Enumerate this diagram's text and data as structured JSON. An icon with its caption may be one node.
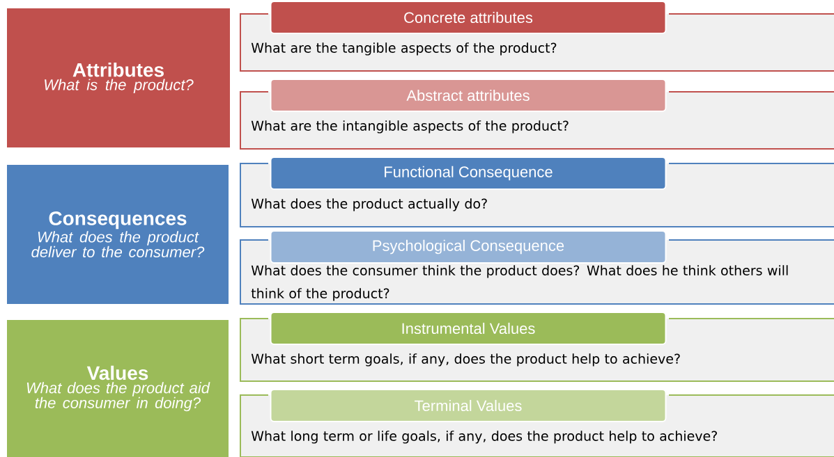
{
  "diagram": {
    "nodes": [
      {
        "text": [
          "Attributes",
          "What is the product?"
        ]
      },
      {
        "text": [
          "Concrete attributes",
          "What are the tangible aspects of the product?"
        ]
      },
      {
        "text": [
          "Abstract attributes",
          "What are the intangible aspects of the product?"
        ]
      },
      {
        "text": [
          "Consequences",
          "What does the product deliver to the consumer?"
        ]
      },
      {
        "text": [
          "Functional Consequence",
          "What does the product actually do?"
        ]
      },
      {
        "text": [
          "Psychological Consequence",
          "What does the consumer think the product does? What does he think others will think of the product?"
        ]
      },
      {
        "text": [
          "Values",
          "What does the product aid the consumer in doing?"
        ]
      },
      {
        "text": [
          "Instrumental Values",
          "What short term goals, if any, does the product help to achieve?"
        ]
      },
      {
        "text": [
          "Terminal Values",
          "What long term or life goals, if any, does the product help to achieve?"
        ]
      }
    ]
  }
}
